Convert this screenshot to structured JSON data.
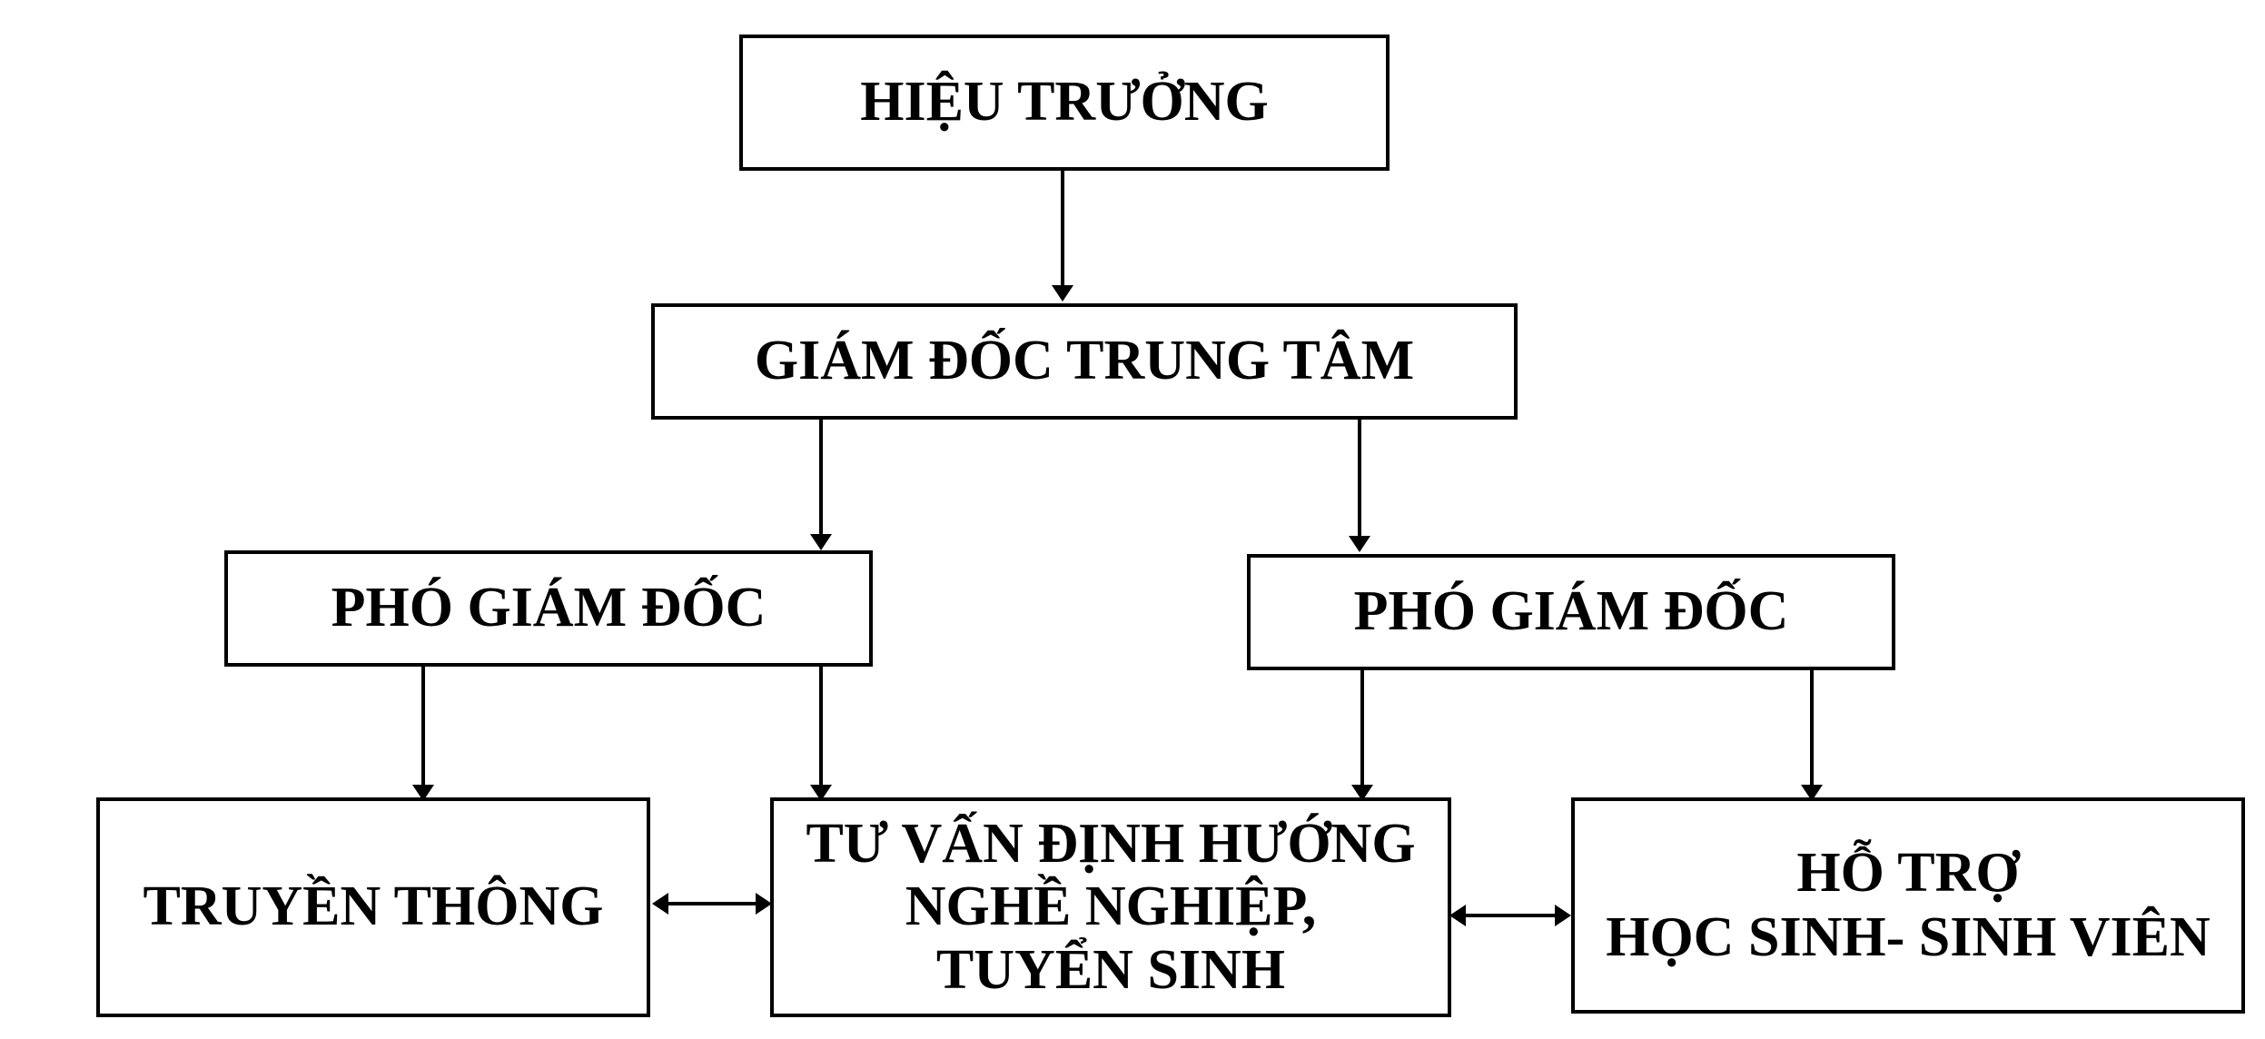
{
  "nodes": {
    "principal": "HIỆU TRƯỞNG",
    "center_director": "GIÁM ĐỐC TRUNG TÂM",
    "vice_director_left": "PHÓ GIÁM ĐỐC",
    "vice_director_right": "PHÓ GIÁM ĐỐC",
    "communications": "TRUYỀN THÔNG",
    "career_counseling": "TƯ VẤN ĐỊNH HƯỚNG\nNGHỀ NGHIỆP,\nTUYỂN SINH",
    "student_support": "HỖ TRỢ\nHỌC SINH- SINH VIÊN"
  }
}
